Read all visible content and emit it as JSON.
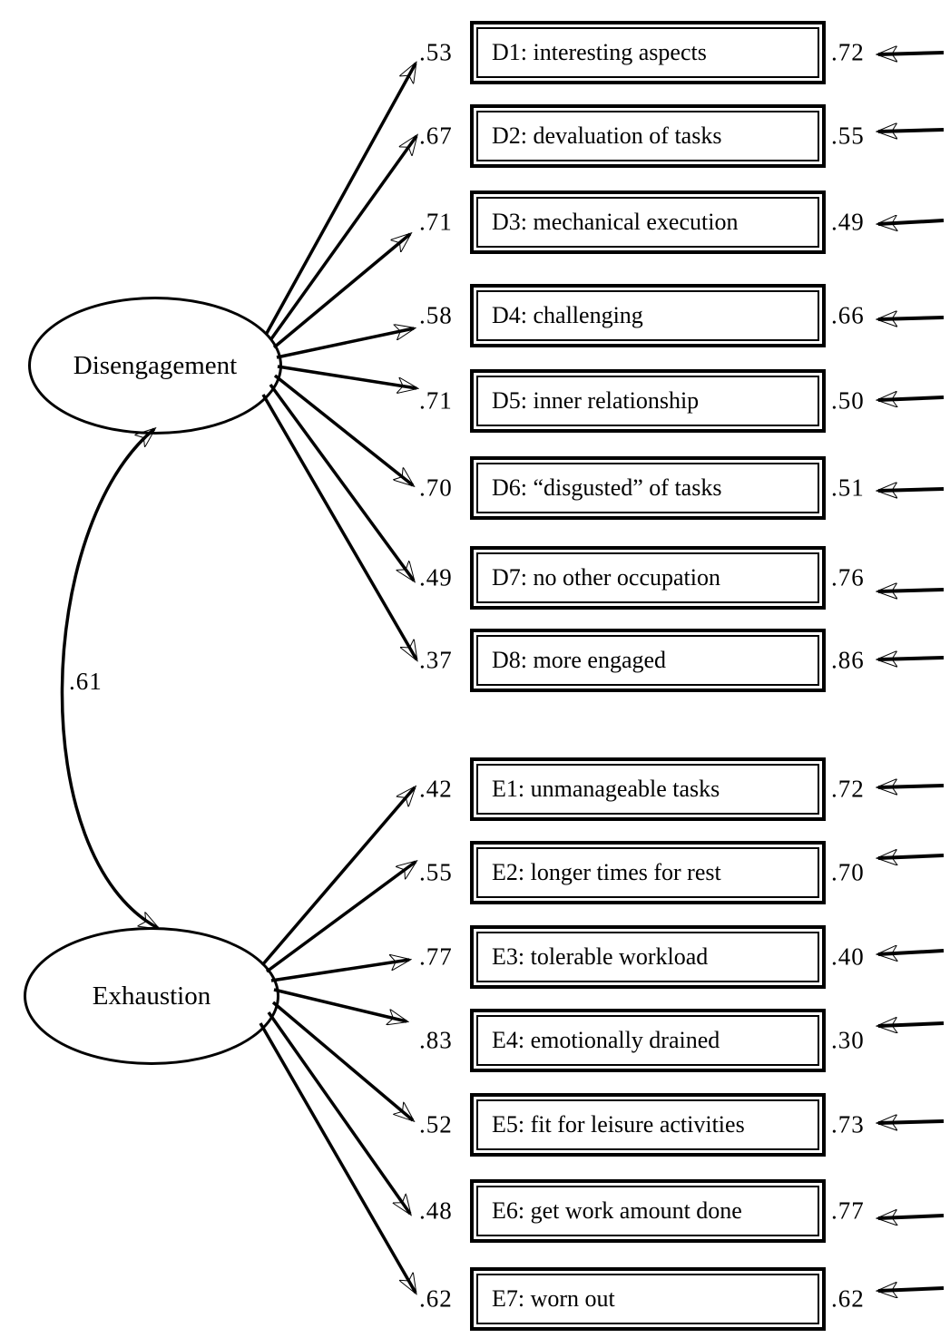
{
  "factors": {
    "disengagement": {
      "label": "Disengagement"
    },
    "exhaustion": {
      "label": "Exhaustion"
    }
  },
  "correlation": {
    "value": ".61"
  },
  "indicators": [
    {
      "label": "D1: interesting aspects",
      "loading": ".53",
      "error": ".72"
    },
    {
      "label": "D2: devaluation of tasks",
      "loading": ".67",
      "error": ".55"
    },
    {
      "label": "D3: mechanical execution",
      "loading": ".71",
      "error": ".49"
    },
    {
      "label": "D4: challenging",
      "loading": ".58",
      "error": ".66"
    },
    {
      "label": "D5: inner relationship",
      "loading": ".71",
      "error": ".50"
    },
    {
      "label": "D6: “disgusted” of tasks",
      "loading": ".70",
      "error": ".51"
    },
    {
      "label": "D7: no other occupation",
      "loading": ".49",
      "error": ".76"
    },
    {
      "label": "D8: more engaged",
      "loading": ".37",
      "error": ".86"
    },
    {
      "label": "E1: unmanageable tasks",
      "loading": ".42",
      "error": ".72"
    },
    {
      "label": "E2: longer times for rest",
      "loading": ".55",
      "error": ".70"
    },
    {
      "label": "E3: tolerable workload",
      "loading": ".77",
      "error": ".40"
    },
    {
      "label": "E4: emotionally drained",
      "loading": ".83",
      "error": ".30"
    },
    {
      "label": "E5: fit for leisure activities",
      "loading": ".52",
      "error": ".73"
    },
    {
      "label": "E6: get work amount done",
      "loading": ".48",
      "error": ".77"
    },
    {
      "label": "E7: worn out",
      "loading": ".62",
      "error": ".62"
    }
  ],
  "icons": {
    "loading_arrow": "right-pointing-arrow",
    "error_arrow": "left-pointing-arrow",
    "correlation_arrow": "curved-double-headed-arrow"
  },
  "colors": {
    "ink": "#000000",
    "background": "#ffffff"
  }
}
